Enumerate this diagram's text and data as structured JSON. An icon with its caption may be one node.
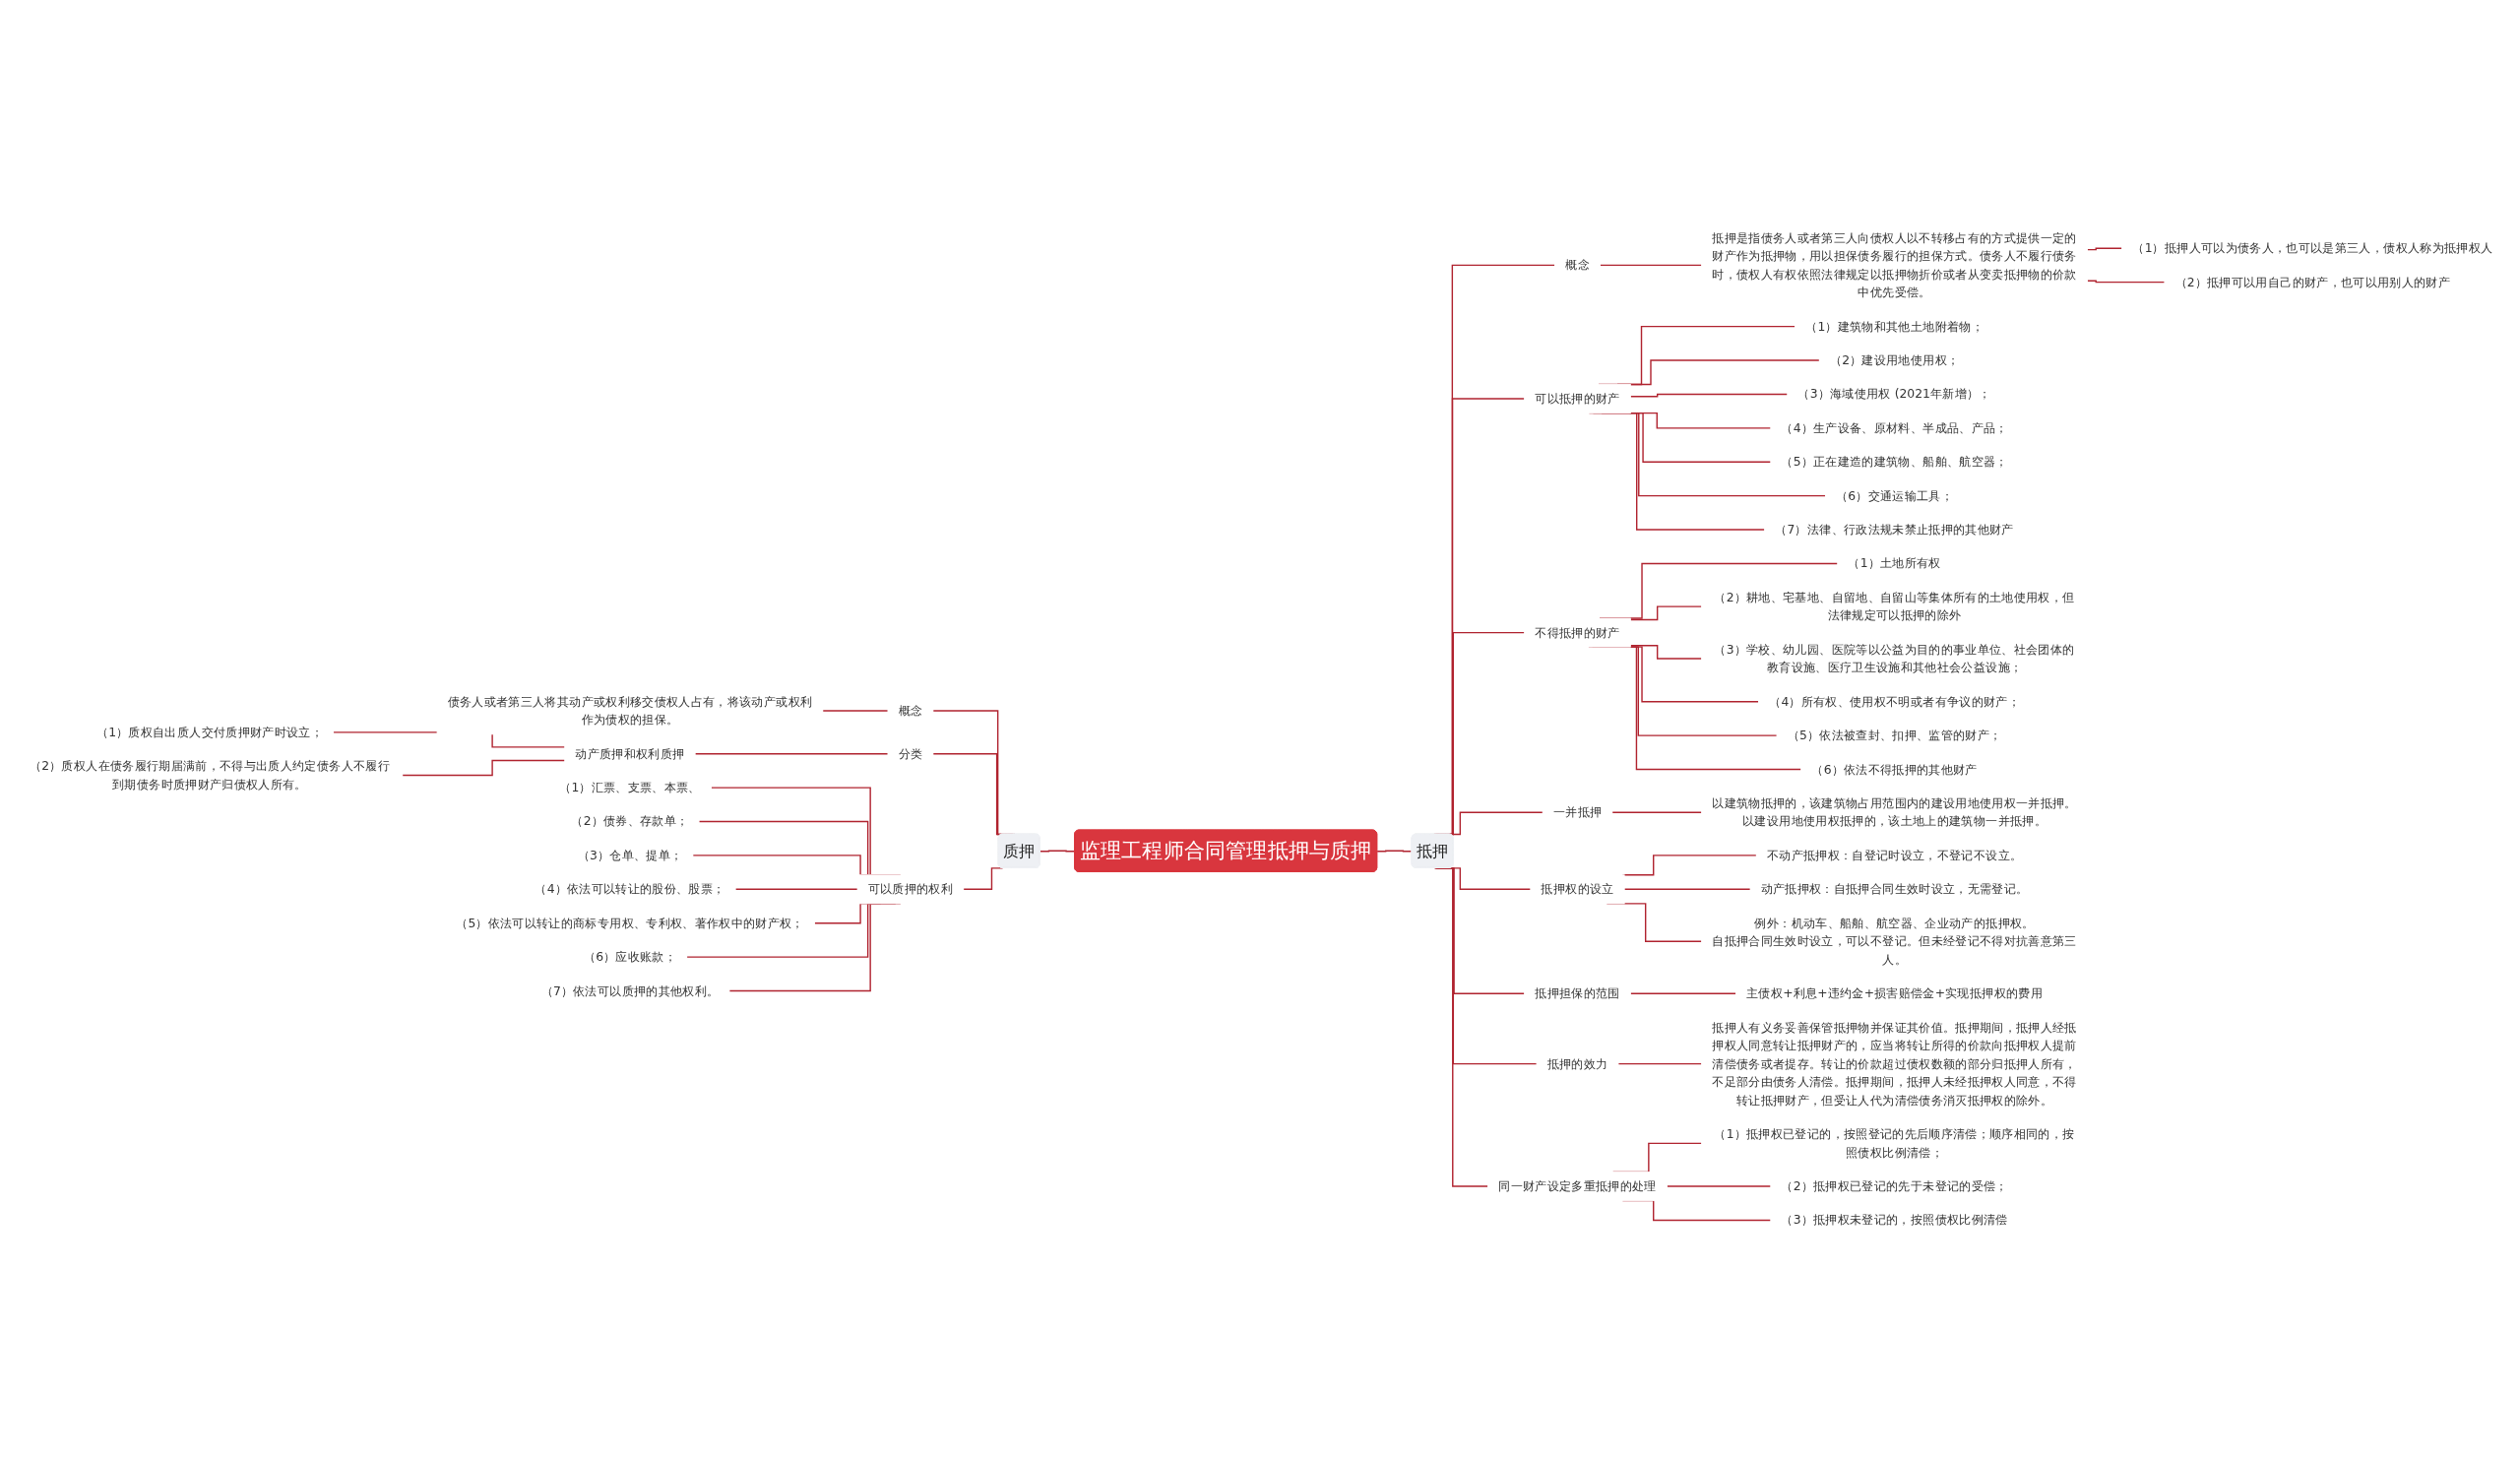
{
  "diagram": {
    "nodes": [
      {
        "text": [
          "监理工程师合同管理抵押与质押"
        ]
      },
      {
        "text": [
          "质押"
        ]
      },
      {
        "text": [
          "概念"
        ]
      },
      {
        "text": [
          "债务人或者第三人将其动产或权利移交债权人占有，将该动产或权利作为债权的担保。"
        ]
      },
      {
        "text": [
          "分类"
        ]
      },
      {
        "text": [
          "动产质押和权利质押"
        ]
      },
      {
        "text": [
          "（1）质权自出质人交付质押财产时设立；"
        ]
      },
      {
        "text": [
          "（2）质权人在债务履行期届满前，不得与出质人约定债务人不履行到期债务时质押财产归债权人所有。"
        ]
      },
      {
        "text": [
          "可以质押的权利"
        ]
      },
      {
        "text": [
          "（1）汇票、支票、本票、"
        ]
      },
      {
        "text": [
          "（2）债券、存款单；"
        ]
      },
      {
        "text": [
          "（3）仓单、提单；"
        ]
      },
      {
        "text": [
          "（4）依法可以转让的股份、股票；"
        ]
      },
      {
        "text": [
          "（5）依法可以转让的商标专用权、专利权、著作权中的财产权；"
        ]
      },
      {
        "text": [
          "（6）应收账款；"
        ]
      },
      {
        "text": [
          "（7）依法可以质押的其他权利。"
        ]
      },
      {
        "text": [
          "抵押"
        ]
      },
      {
        "text": [
          "概念"
        ]
      },
      {
        "text": [
          "抵押是指债务人或者第三人向债权人以不转移占有的方式提供一定的财产作为抵押物，用以担保债务履行的担保方式。债务人不履行债务时，债权人有权依照法律规定以抵押物折价或者从变卖抵押物的价款中优先受偿。"
        ]
      },
      {
        "text": [
          "（1）抵押人可以为债务人，也可以是第三人，债权人称为抵押权人"
        ]
      },
      {
        "text": [
          "（2）抵押可以用自己的财产，也可以用别人的财产"
        ]
      },
      {
        "text": [
          "可以抵押的财产"
        ]
      },
      {
        "text": [
          "（1）建筑物和其他土地附着物；"
        ]
      },
      {
        "text": [
          "（2）建设用地使用权；"
        ]
      },
      {
        "text": [
          "（3）海域使用权 (2021年新增）；"
        ]
      },
      {
        "text": [
          "（4）生产设备、原材料、半成品、产品；"
        ]
      },
      {
        "text": [
          "（5）正在建造的建筑物、船舶、航空器；"
        ]
      },
      {
        "text": [
          "（6）交通运输工具；"
        ]
      },
      {
        "text": [
          "（7）法律、行政法规未禁止抵押的其他财产"
        ]
      },
      {
        "text": [
          "不得抵押的财产"
        ]
      },
      {
        "text": [
          "（1）土地所有权"
        ]
      },
      {
        "text": [
          "（2）耕地、宅基地、自留地、自留山等集体所有的土地使用权，但法律规定可以抵押的除外"
        ]
      },
      {
        "text": [
          "（3）学校、幼儿园、医院等以公益为目的的事业单位、社会团体的教育设施、医疗卫生设施和其他社会公益设施；"
        ]
      },
      {
        "text": [
          "（4）所有权、使用权不明或者有争议的财产；"
        ]
      },
      {
        "text": [
          "（5）依法被查封、扣押、监管的财产；"
        ]
      },
      {
        "text": [
          "（6）依法不得抵押的其他财产"
        ]
      },
      {
        "text": [
          "一并抵押"
        ]
      },
      {
        "text": [
          "以建筑物抵押的，该建筑物占用范围内的建设用地使用权一并抵押。",
          "以建设用地使用权抵押的，该土地上的建筑物一并抵押。"
        ]
      },
      {
        "text": [
          "抵押权的设立"
        ]
      },
      {
        "text": [
          "不动产抵押权：自登记时设立，不登记不设立。"
        ]
      },
      {
        "text": [
          "动产抵押权：自抵押合同生效时设立，无需登记。"
        ]
      },
      {
        "text": [
          "例外：机动车、船舶、航空器、企业动产的抵押权。",
          "自抵押合同生效时设立，可以不登记。但未经登记不得对抗善意第三人。"
        ]
      },
      {
        "text": [
          "抵押担保的范围"
        ]
      },
      {
        "text": [
          "主债权+利息+违约金+损害赔偿金+实现抵押权的费用"
        ]
      },
      {
        "text": [
          "抵押的效力"
        ]
      },
      {
        "text": [
          "抵押人有义务妥善保管抵押物并保证其价值。抵押期间，抵押人经抵押权人同意转让抵押财产的，应当将转让所得的价款向抵押权人提前清偿债务或者提存。转让的价款超过债权数额的部分归抵押人所有，不足部分由债务人清偿。抵押期间，抵押人未经抵押权人同意，不得转让抵押财产，但受让人代为清偿债务消灭抵押权的除外。"
        ]
      },
      {
        "text": [
          "同一财产设定多重抵押的处理"
        ]
      },
      {
        "text": [
          "（1）抵押权已登记的，按照登记的先后顺序清偿；顺序相同的，按照债权比例清偿；"
        ]
      },
      {
        "text": [
          "（2）抵押权已登记的先于未登记的受偿；"
        ]
      },
      {
        "text": [
          "（3）抵押权未登记的，按照债权比例清偿"
        ]
      }
    ],
    "edges": [
      {
        "from": 0,
        "to": 1,
        "arrow": "none"
      },
      {
        "from": 1,
        "to": 2,
        "arrow": "none"
      },
      {
        "from": 2,
        "to": 3,
        "arrow": "none"
      },
      {
        "from": 1,
        "to": 4,
        "arrow": "none"
      },
      {
        "from": 4,
        "to": 5,
        "arrow": "none"
      },
      {
        "from": 5,
        "to": 6,
        "arrow": "none"
      },
      {
        "from": 5,
        "to": 7,
        "arrow": "none"
      },
      {
        "from": 1,
        "to": 8,
        "arrow": "none"
      },
      {
        "from": 8,
        "to": 9,
        "arrow": "none"
      },
      {
        "from": 8,
        "to": 10,
        "arrow": "none"
      },
      {
        "from": 8,
        "to": 11,
        "arrow": "none"
      },
      {
        "from": 8,
        "to": 12,
        "arrow": "none"
      },
      {
        "from": 8,
        "to": 13,
        "arrow": "none"
      },
      {
        "from": 8,
        "to": 14,
        "arrow": "none"
      },
      {
        "from": 8,
        "to": 15,
        "arrow": "none"
      },
      {
        "from": 0,
        "to": 16,
        "arrow": "none"
      },
      {
        "from": 16,
        "to": 17,
        "arrow": "none"
      },
      {
        "from": 17,
        "to": 18,
        "arrow": "none"
      },
      {
        "from": 18,
        "to": 19,
        "arrow": "none"
      },
      {
        "from": 18,
        "to": 20,
        "arrow": "none"
      },
      {
        "from": 16,
        "to": 21,
        "arrow": "none"
      },
      {
        "from": 21,
        "to": 22,
        "arrow": "none"
      },
      {
        "from": 21,
        "to": 23,
        "arrow": "none"
      },
      {
        "from": 21,
        "to": 24,
        "arrow": "none"
      },
      {
        "from": 21,
        "to": 25,
        "arrow": "none"
      },
      {
        "from": 21,
        "to": 26,
        "arrow": "none"
      },
      {
        "from": 21,
        "to": 27,
        "arrow": "none"
      },
      {
        "from": 21,
        "to": 28,
        "arrow": "none"
      },
      {
        "from": 16,
        "to": 29,
        "arrow": "none"
      },
      {
        "from": 29,
        "to": 30,
        "arrow": "none"
      },
      {
        "from": 29,
        "to": 31,
        "arrow": "none"
      },
      {
        "from": 29,
        "to": 32,
        "arrow": "none"
      },
      {
        "from": 29,
        "to": 33,
        "arrow": "none"
      },
      {
        "from": 29,
        "to": 34,
        "arrow": "none"
      },
      {
        "from": 29,
        "to": 35,
        "arrow": "none"
      },
      {
        "from": 16,
        "to": 36,
        "arrow": "none"
      },
      {
        "from": 36,
        "to": 37,
        "arrow": "none"
      },
      {
        "from": 16,
        "to": 38,
        "arrow": "none"
      },
      {
        "from": 38,
        "to": 39,
        "arrow": "none"
      },
      {
        "from": 38,
        "to": 40,
        "arrow": "none"
      },
      {
        "from": 38,
        "to": 41,
        "arrow": "none"
      },
      {
        "from": 16,
        "to": 42,
        "arrow": "none"
      },
      {
        "from": 42,
        "to": 43,
        "arrow": "none"
      },
      {
        "from": 16,
        "to": 44,
        "arrow": "none"
      },
      {
        "from": 44,
        "to": 45,
        "arrow": "none"
      },
      {
        "from": 16,
        "to": 46,
        "arrow": "none"
      },
      {
        "from": 46,
        "to": 47,
        "arrow": "none"
      },
      {
        "from": 46,
        "to": 48,
        "arrow": "none"
      },
      {
        "from": 46,
        "to": 49,
        "arrow": "none"
      }
    ]
  }
}
